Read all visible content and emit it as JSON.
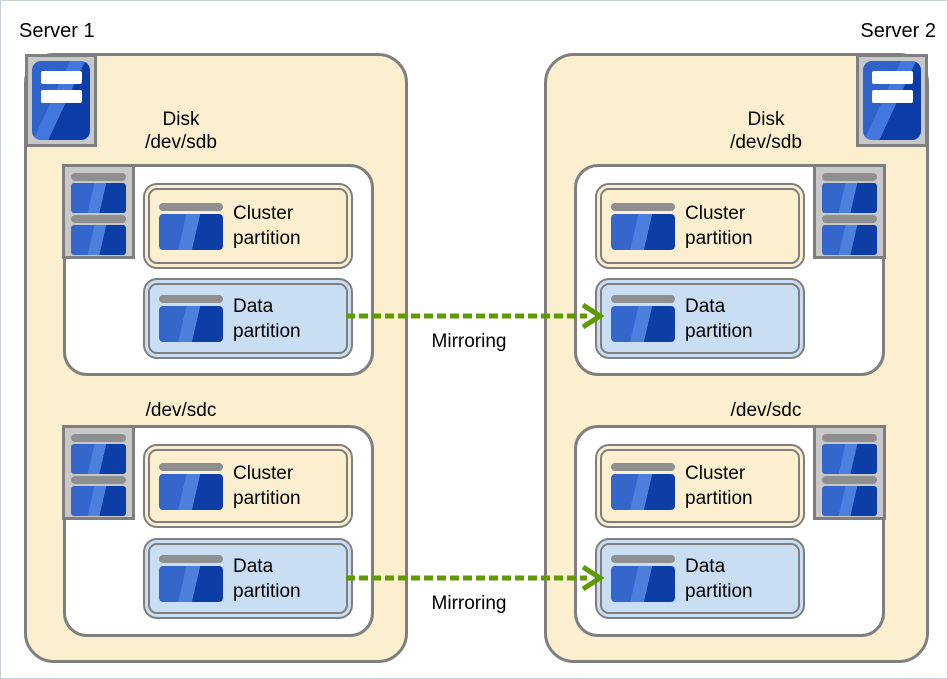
{
  "colors": {
    "server_fill": "#fcefcf",
    "cluster_partition_fill": "#fcefcf",
    "data_partition_fill": "#c9def2",
    "border_gray": "#7f7f7f",
    "icon_gray_fill": "#c8c8c8",
    "disk_blue_light": "#3566cb",
    "disk_blue_dark": "#0c3ea6",
    "arrow_green": "#5f9a00"
  },
  "icons": {
    "server": "server-tower-icon",
    "disk_stack": "disk-stack-icon",
    "partition_disk": "disk-icon"
  },
  "servers": [
    {
      "label": "Server 1",
      "disks": [
        {
          "title": "Disk\n/dev/sdb",
          "partitions": [
            {
              "label": "Cluster\npartition"
            },
            {
              "label": "Data\npartition"
            }
          ]
        },
        {
          "title": "/dev/sdc",
          "partitions": [
            {
              "label": "Cluster\npartition"
            },
            {
              "label": "Data\npartition"
            }
          ]
        }
      ]
    },
    {
      "label": "Server 2",
      "disks": [
        {
          "title": "Disk\n/dev/sdb",
          "partitions": [
            {
              "label": "Cluster\npartition"
            },
            {
              "label": "Data\npartition"
            }
          ]
        },
        {
          "title": "/dev/sdc",
          "partitions": [
            {
              "label": "Cluster\npartition"
            },
            {
              "label": "Data\npartition"
            }
          ]
        }
      ]
    }
  ],
  "arrows": [
    {
      "label": "Mirroring"
    },
    {
      "label": "Mirroring"
    }
  ]
}
